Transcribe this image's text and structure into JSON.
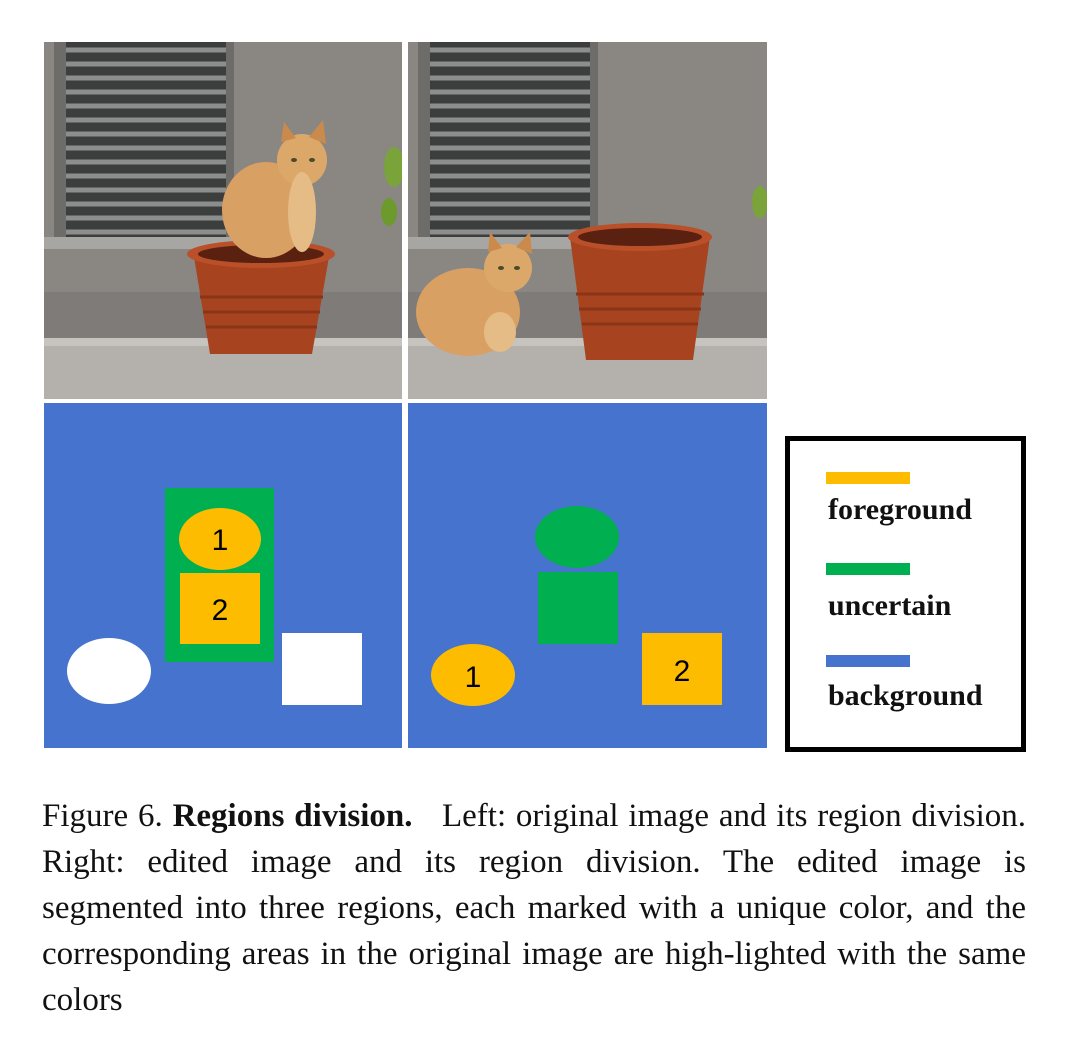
{
  "colors": {
    "foreground": "#fdbc00",
    "uncertain": "#00b050",
    "background": "#4673cd",
    "unmatched": "#ffffff"
  },
  "left_mask": {
    "region1_label": "1",
    "region2_label": "2"
  },
  "right_mask": {
    "region1_label": "1",
    "region2_label": "2"
  },
  "legend": {
    "items": [
      {
        "label": "foreground",
        "color": "#fdbc00"
      },
      {
        "label": "uncertain",
        "color": "#00b050"
      },
      {
        "label": "background",
        "color": "#4673cd"
      }
    ]
  },
  "caption": {
    "figure_label": "Figure 6.",
    "title": "Regions division.",
    "text": "Left: original image and its region division. Right: edited image and its region division. The edited image is segmented into three regions, each marked with a unique color, and the corresponding areas in the original image are high-lighted with the same colors"
  }
}
